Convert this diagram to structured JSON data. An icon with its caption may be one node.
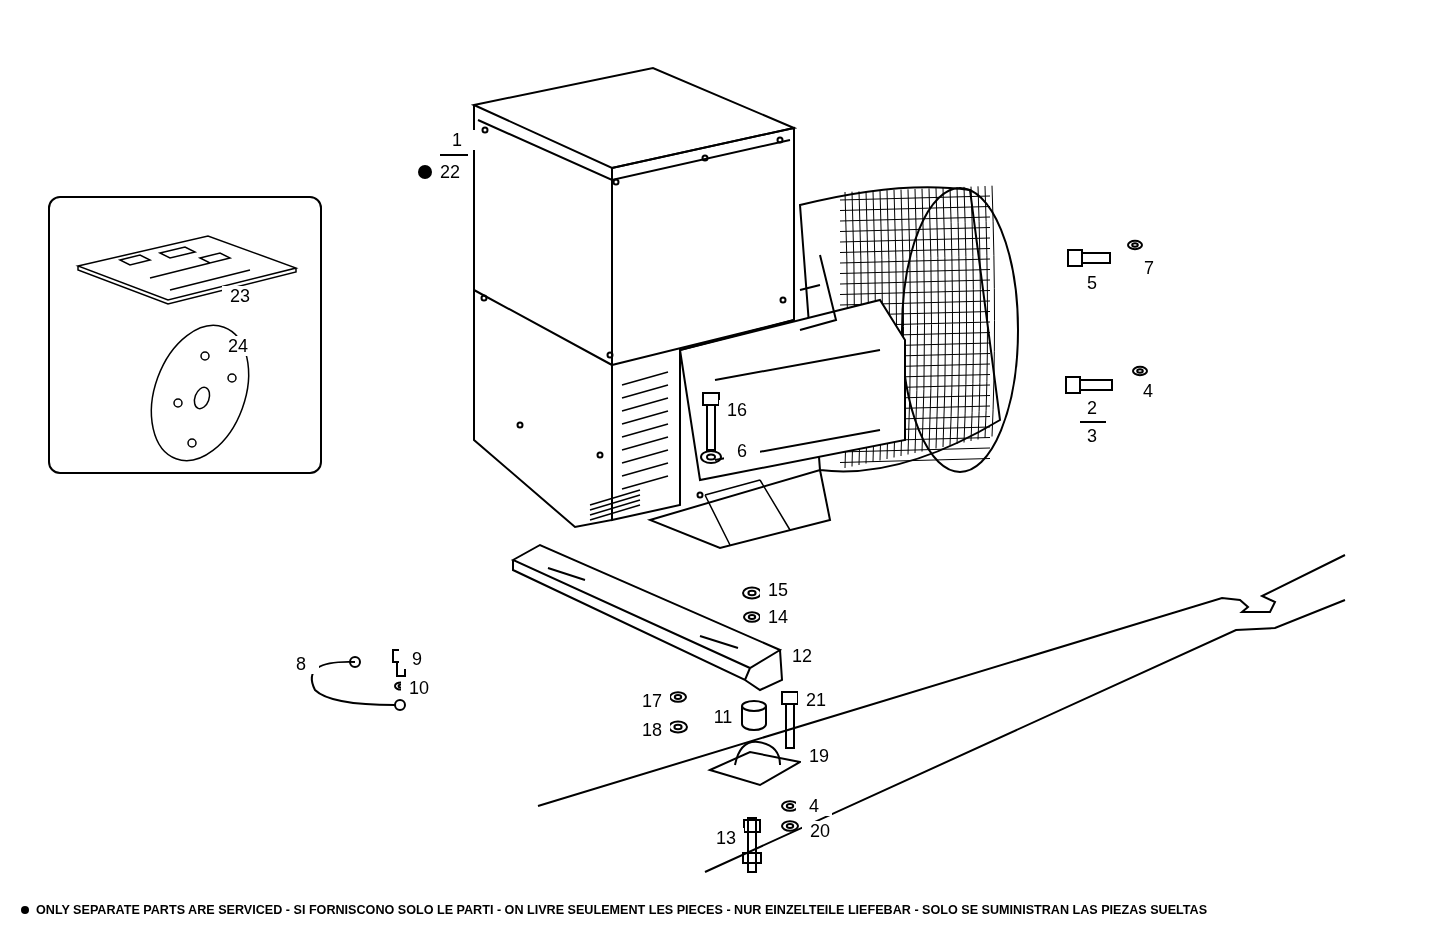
{
  "diagram": {
    "caption": "ONLY SEPARATE PARTS ARE SERVICED - SI FORNISCONO SOLO LE PARTI - ON LIVRE SEULEMENT LES PIECES - NUR EINZELTEILE LIEFEBAR - SOLO SE SUMINISTRAN LAS PIEZAS SUELTAS",
    "nodes": [
      {
        "text": [
          "23",
          "24"
        ]
      }
    ],
    "labels": [
      "1",
      "22",
      "5",
      "7",
      "4",
      "2",
      "3",
      "16",
      "6",
      "15",
      "14",
      "9",
      "8",
      "12",
      "10",
      "17",
      "21",
      "11",
      "18",
      "19",
      "4",
      "20",
      "13"
    ]
  }
}
